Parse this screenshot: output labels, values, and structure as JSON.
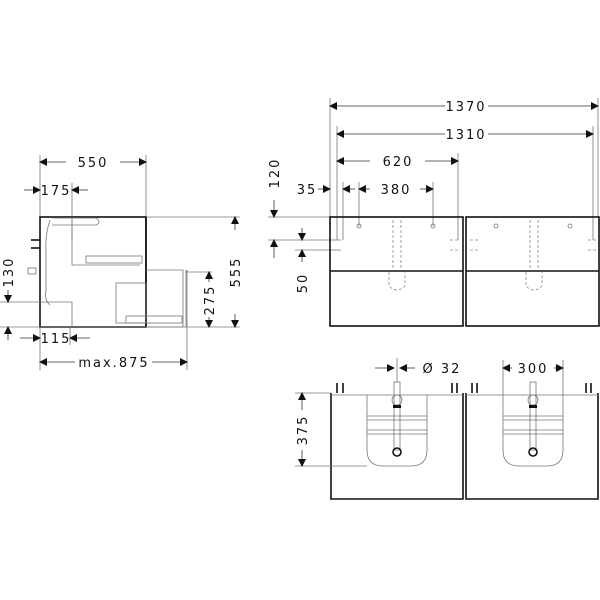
{
  "side_view": {
    "width": "550",
    "offset_175": "175",
    "height": "555",
    "drawer_height": "275",
    "height_130": "130",
    "offset_115": "115",
    "max_depth": "max.875"
  },
  "front_view": {
    "total_width": "1370",
    "width_1310": "1310",
    "width_620": "620",
    "width_380": "380",
    "offset_35": "35",
    "height_120": "120",
    "height_50": "50"
  },
  "top_view": {
    "diameter": "Ø 32",
    "basin_width": "300",
    "depth": "375"
  }
}
